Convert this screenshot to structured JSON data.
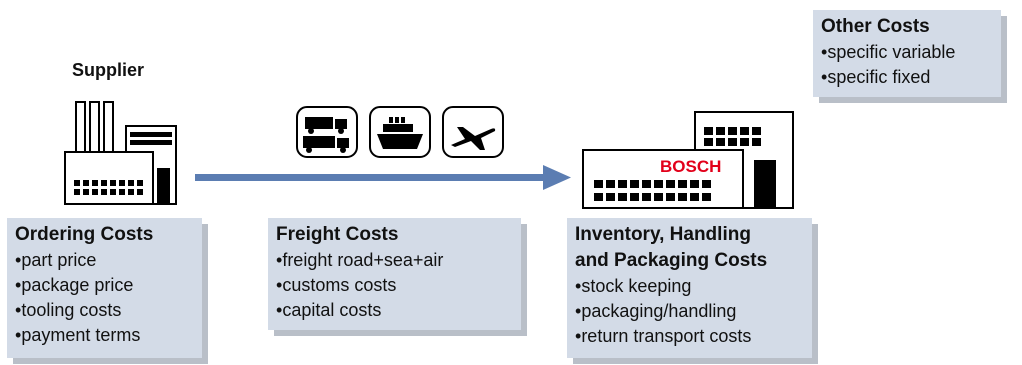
{
  "supplier": {
    "label": "Supplier"
  },
  "bosch": {
    "sign": "BOSCH"
  },
  "transport_modes": [
    {
      "icon": "truck-icon"
    },
    {
      "icon": "ship-icon"
    },
    {
      "icon": "airplane-icon"
    }
  ],
  "boxes": {
    "ordering": {
      "title": "Ordering Costs",
      "items": [
        "part price",
        "package price",
        "tooling costs",
        "payment terms"
      ]
    },
    "freight": {
      "title": "Freight Costs",
      "items": [
        "freight road+sea+air",
        "customs costs",
        "capital costs"
      ]
    },
    "inventory": {
      "title_line1": "Inventory, Handling",
      "title_line2": "and Packaging Costs",
      "items": [
        "stock keeping",
        "packaging/handling",
        "return transport costs"
      ]
    },
    "other": {
      "title": "Other Costs",
      "items": [
        "specific variable",
        "specific fixed"
      ]
    }
  },
  "colors": {
    "box_fill": "#d3dbe7",
    "box_shadow": "#b9bfc8",
    "arrow": "#5b7db2",
    "bosch_red": "#e2001a"
  }
}
